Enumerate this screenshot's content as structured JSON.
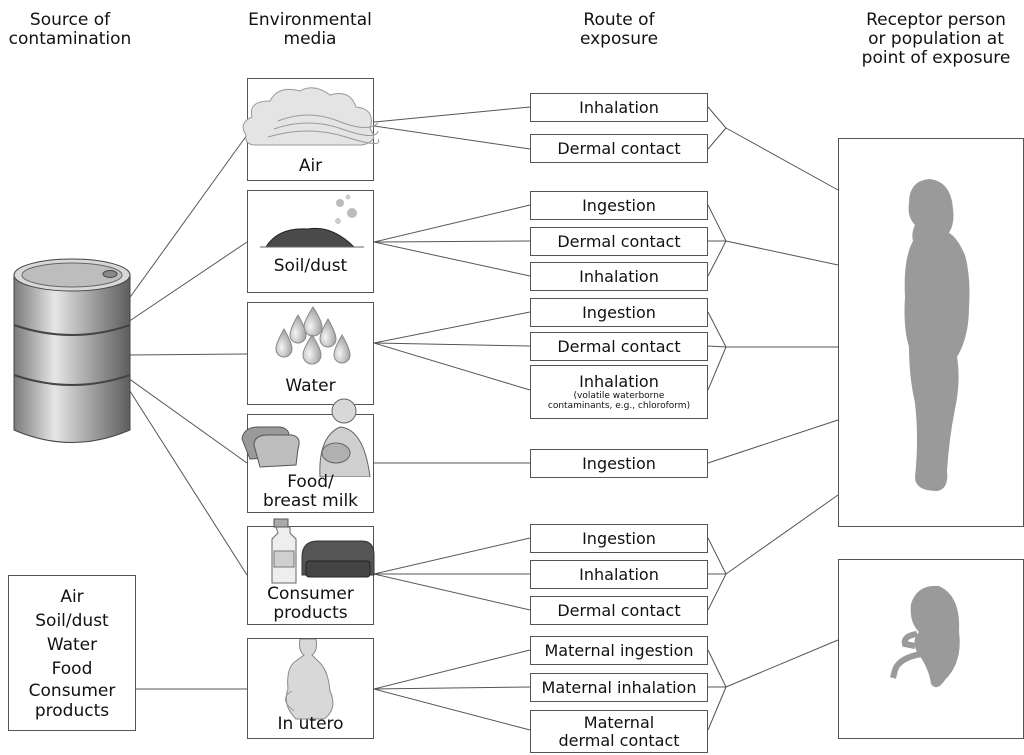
{
  "headers": {
    "source": "Source of\ncontamination",
    "media": "Environmental\nmedia",
    "route": "Route of\nexposure",
    "receptor": "Receptor person\nor population at\npoint of exposure"
  },
  "media": [
    {
      "id": "air",
      "label": "Air",
      "icon": "cloud-icon"
    },
    {
      "id": "soil",
      "label": "Soil/dust",
      "icon": "soil-pile-icon"
    },
    {
      "id": "water",
      "label": "Water",
      "icon": "water-drops-icon"
    },
    {
      "id": "food",
      "label": "Food/\nbreast milk",
      "icon": "breastfeeding-icon"
    },
    {
      "id": "consumer",
      "label": "Consumer\nproducts",
      "icon": "spray-bottle-sofa-icon"
    },
    {
      "id": "utero",
      "label": "In utero",
      "icon": "pregnant-woman-icon"
    }
  ],
  "routes": [
    {
      "label": "Inhalation",
      "note": ""
    },
    {
      "label": "Dermal contact",
      "note": ""
    },
    {
      "label": "Ingestion",
      "note": ""
    },
    {
      "label": "Dermal contact",
      "note": ""
    },
    {
      "label": "Inhalation",
      "note": ""
    },
    {
      "label": "Ingestion",
      "note": ""
    },
    {
      "label": "Dermal contact",
      "note": ""
    },
    {
      "label": "Inhalation",
      "note": "(volatile waterborne\ncontaminants, e.g., chloroform)"
    },
    {
      "label": "Ingestion",
      "note": ""
    },
    {
      "label": "Ingestion",
      "note": ""
    },
    {
      "label": "Inhalation",
      "note": ""
    },
    {
      "label": "Dermal contact",
      "note": ""
    },
    {
      "label": "Maternal ingestion",
      "note": ""
    },
    {
      "label": "Maternal inhalation",
      "note": ""
    },
    {
      "label": "Maternal\ndermal contact",
      "note": ""
    }
  ],
  "source_list": [
    "Air",
    "Soil/dust",
    "Water",
    "Food",
    "Consumer\nproducts"
  ],
  "icons": {
    "source": "barrel-icon",
    "receptor_child": "child-silhouette-icon",
    "receptor_fetus": "fetus-icon"
  }
}
